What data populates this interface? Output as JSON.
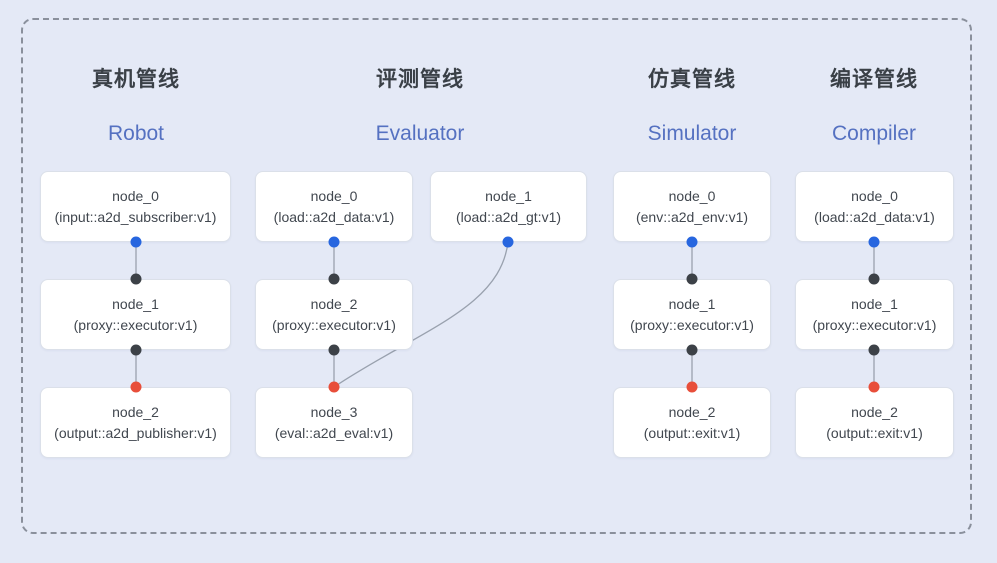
{
  "colors": {
    "background": "#e4e9f6",
    "frame_border": "#8a909c",
    "node_bg": "#ffffff",
    "node_border": "#dbe0e9",
    "node_text": "#41474f",
    "title_text": "#3a4047",
    "subtitle_text": "#5571c1",
    "edge_line": "#99a1ae",
    "dot_blue": "#2766df",
    "dot_dark": "#3c4147",
    "dot_red": "#e84e3a"
  },
  "pipelines": [
    {
      "title": "真机管线",
      "subtitle": "Robot",
      "nodes": [
        {
          "name": "node_0",
          "detail": "(input::a2d_subscriber:v1)"
        },
        {
          "name": "node_1",
          "detail": "(proxy::executor:v1)"
        },
        {
          "name": "node_2",
          "detail": "(output::a2d_publisher:v1)"
        }
      ]
    },
    {
      "title": "评测管线",
      "subtitle": "Evaluator",
      "nodes": [
        {
          "name": "node_0",
          "detail": "(load::a2d_data:v1)"
        },
        {
          "name": "node_1",
          "detail": "(load::a2d_gt:v1)"
        },
        {
          "name": "node_2",
          "detail": "(proxy::executor:v1)"
        },
        {
          "name": "node_3",
          "detail": "(eval::a2d_eval:v1)"
        }
      ]
    },
    {
      "title": "仿真管线",
      "subtitle": "Simulator",
      "nodes": [
        {
          "name": "node_0",
          "detail": "(env::a2d_env:v1)"
        },
        {
          "name": "node_1",
          "detail": "(proxy::executor:v1)"
        },
        {
          "name": "node_2",
          "detail": "(output::exit:v1)"
        }
      ]
    },
    {
      "title": "编译管线",
      "subtitle": "Compiler",
      "nodes": [
        {
          "name": "node_0",
          "detail": "(load::a2d_data:v1)"
        },
        {
          "name": "node_1",
          "detail": "(proxy::executor:v1)"
        },
        {
          "name": "node_2",
          "detail": "(output::exit:v1)"
        }
      ]
    }
  ]
}
